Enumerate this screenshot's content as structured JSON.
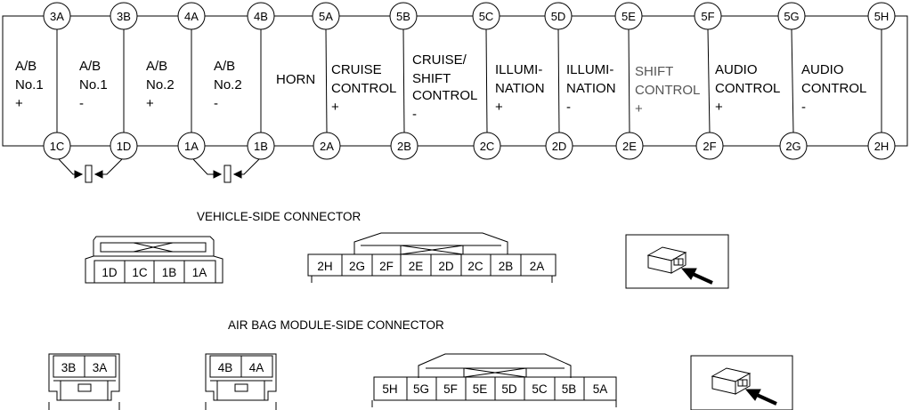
{
  "top_terminals": [
    "3A",
    "3B",
    "4A",
    "4B",
    "5A",
    "5B",
    "5C",
    "5D",
    "5E",
    "5F",
    "5G",
    "5H"
  ],
  "bottom_terminals": [
    "1C",
    "1D",
    "1A",
    "1B",
    "2A",
    "2B",
    "2C",
    "2D",
    "2E",
    "2F",
    "2G",
    "2H"
  ],
  "circuit_labels": [
    [
      "A/B",
      "No.1",
      "+"
    ],
    [
      "A/B",
      "No.1",
      "-"
    ],
    [
      "A/B",
      "No.2",
      "+"
    ],
    [
      "A/B",
      "No.2",
      "-"
    ],
    [
      "HORN"
    ],
    [
      "CRUISE",
      "CONTROL",
      "+"
    ],
    [
      "CRUISE/",
      "SHIFT",
      "CONTROL",
      "-"
    ],
    [
      "ILLUMI-",
      "NATION",
      "+"
    ],
    [
      "ILLUMI-",
      "NATION",
      "-"
    ],
    [
      "SHIFT",
      "CONTROL",
      "+"
    ],
    [
      "AUDIO",
      "CONTROL",
      "+"
    ],
    [
      "AUDIO",
      "CONTROL",
      "-"
    ]
  ],
  "vehicle_side": {
    "title": "VEHICLE-SIDE CONNECTOR",
    "small_connector_pins": [
      "1D",
      "1C",
      "1B",
      "1A"
    ],
    "large_connector_pins": [
      "2H",
      "2G",
      "2F",
      "2E",
      "2D",
      "2C",
      "2B",
      "2A"
    ]
  },
  "airbag_side": {
    "title": "AIR BAG MODULE-SIDE CONNECTOR",
    "connector_3_pins": [
      "3B",
      "3A"
    ],
    "connector_4_pins": [
      "4B",
      "4A"
    ],
    "connector_5_pins": [
      "5H",
      "5G",
      "5F",
      "5E",
      "5D",
      "5C",
      "5B",
      "5A"
    ]
  },
  "icons": [
    "connector-view-arrow-icon",
    "shorting-bar-icon"
  ]
}
